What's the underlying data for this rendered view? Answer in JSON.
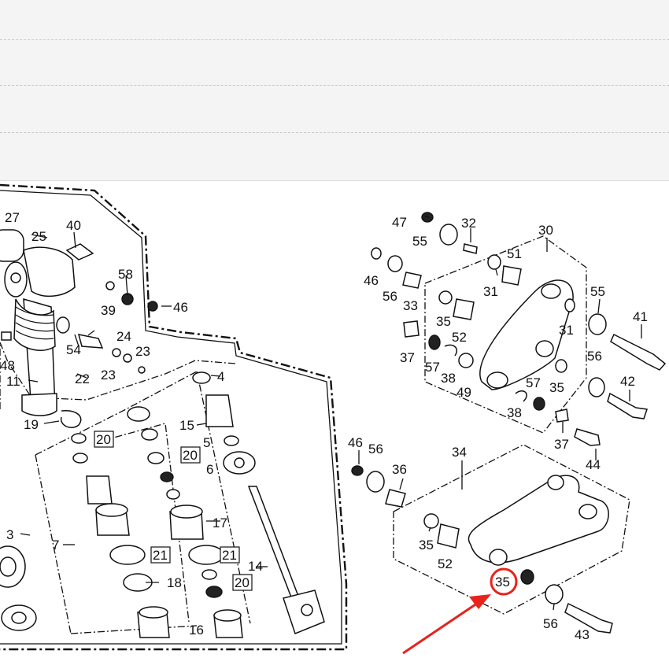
{
  "labels": {
    "l27": "27",
    "l25": "25",
    "l40": "40",
    "l58": "58",
    "l39": "39",
    "l46a": "46",
    "l48": "48",
    "l54": "54",
    "l24": "24",
    "l23a": "23",
    "l23b": "23",
    "l11": "11",
    "l22": "22",
    "l4": "4",
    "l19": "19",
    "l15": "15",
    "l20a": "20",
    "l5": "5",
    "l20b": "20",
    "l6": "6",
    "l17": "17",
    "l3": "3",
    "l7": "7",
    "l21a": "21",
    "l21b": "21",
    "l14": "14",
    "l18": "18",
    "l20c": "20",
    "l16": "16",
    "l47": "47",
    "l32": "32",
    "l30": "30",
    "l55a": "55",
    "l51": "51",
    "l46b": "46",
    "l56a": "56",
    "l33": "33",
    "l31a": "31",
    "l55b": "55",
    "l35a": "35",
    "l52a": "52",
    "l31b": "31",
    "l41": "41",
    "l37a": "37",
    "l57a": "57",
    "l38a": "38",
    "l49": "49",
    "l56b": "56",
    "l57b": "57",
    "l35b": "35",
    "l42": "42",
    "l38b": "38",
    "l37b": "37",
    "l44": "44",
    "l46c": "46",
    "l56c": "56",
    "l36": "36",
    "l34": "34",
    "l35c": "35",
    "l52b": "52",
    "l35d": "35",
    "l56d": "56",
    "l43": "43"
  },
  "colors": {
    "highlight": "#e8221c",
    "arrow": "#e8221c",
    "ink": "#111111"
  }
}
